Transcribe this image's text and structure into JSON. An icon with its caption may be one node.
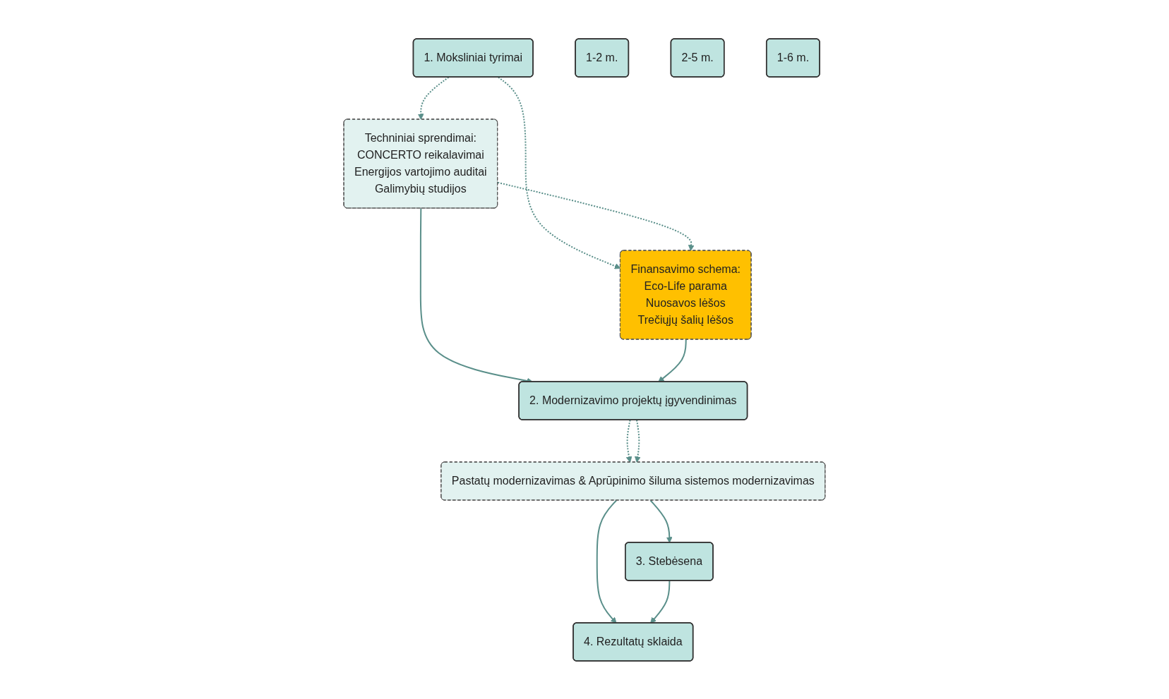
{
  "diagram": {
    "nodes": [
      {
        "text": [
          "1. Moksliniai tyrimai"
        ]
      },
      {
        "text": [
          "1-2 m."
        ]
      },
      {
        "text": [
          "Techniniai sprendimai:",
          "CONCERTO reikalavimai",
          "Energijos vartojimo auditai",
          "Galimybių studijos"
        ]
      },
      {
        "text": [
          "Finansavimo schema:",
          "Eco-Life parama",
          "Nuosavos lėšos",
          "Trečiųjų šalių lėšos"
        ]
      },
      {
        "text": [
          "2. Modernizavimo projektų įgyvendinimas"
        ]
      },
      {
        "text": [
          "2-5 m."
        ]
      },
      {
        "text": [
          "Pastatų modernizavimas & Aprūpinimo šiluma sistemos modernizavimas"
        ]
      },
      {
        "text": [
          "3. Stebėsena"
        ]
      },
      {
        "text": [
          "4. Rezultatų sklaida"
        ]
      },
      {
        "text": [
          "1-6 m."
        ]
      }
    ],
    "edges": [
      {
        "from": 0,
        "to": 2,
        "arrow": "to",
        "style": "dashed"
      },
      {
        "from": 0,
        "to": 3,
        "arrow": "to",
        "style": "dashed"
      },
      {
        "from": 2,
        "to": 3,
        "arrow": "to",
        "style": "dashed"
      },
      {
        "from": 2,
        "to": 4,
        "arrow": "to"
      },
      {
        "from": 3,
        "to": 4,
        "arrow": "to"
      },
      {
        "from": 4,
        "to": 6,
        "arrow": "to",
        "style": "dashed"
      },
      {
        "from": 4,
        "to": 6,
        "arrow": "to",
        "style": "dashed"
      },
      {
        "from": 6,
        "to": 7,
        "arrow": "to"
      },
      {
        "from": 6,
        "to": 8,
        "arrow": "to"
      },
      {
        "from": 7,
        "to": 8,
        "arrow": "to"
      }
    ]
  }
}
